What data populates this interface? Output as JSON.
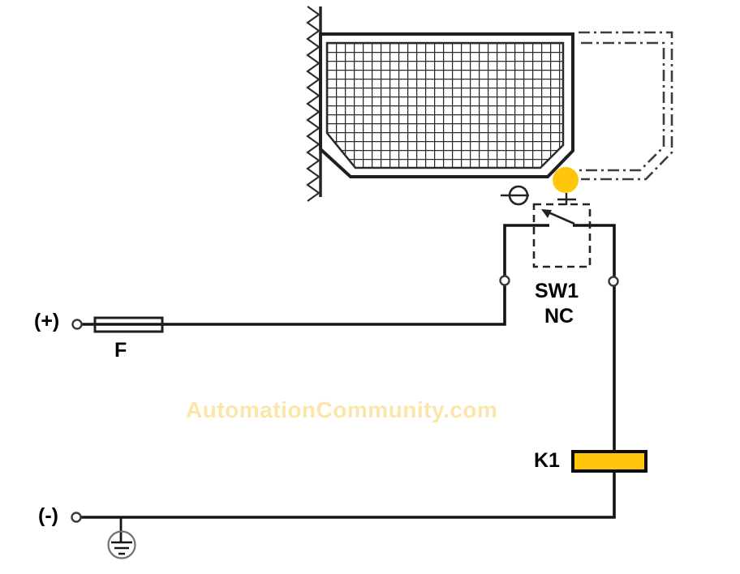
{
  "colors": {
    "accent_yellow": "#FFC60B",
    "watermark": "#FBE6A9"
  },
  "labels": {
    "positive_terminal": "(+)",
    "fuse": "F",
    "switch_designation": "SW1",
    "switch_contact_type": "NC",
    "relay_coil": "K1",
    "negative_terminal": "(-)"
  },
  "watermark": {
    "text": "AutomationCommunity.com"
  }
}
